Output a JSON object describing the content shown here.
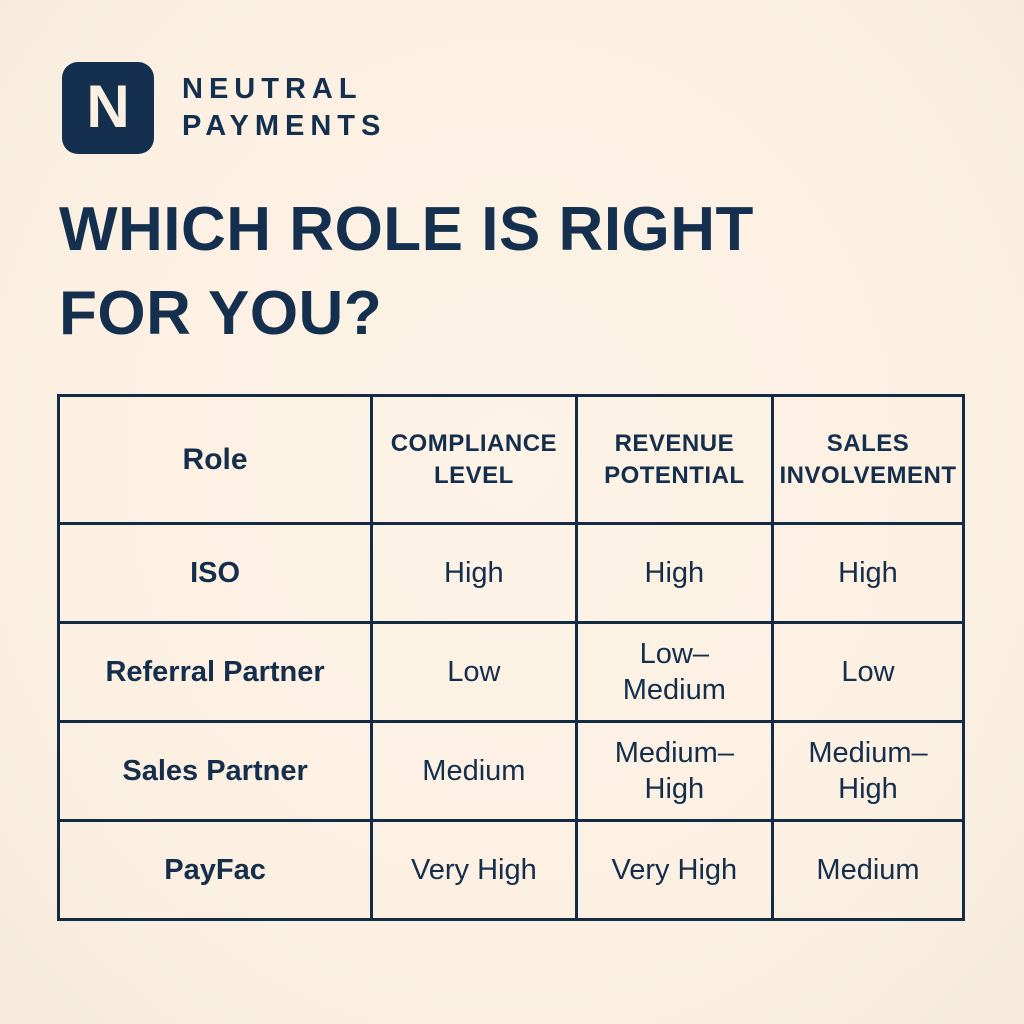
{
  "brand": {
    "logo_letter": "N",
    "name_line1": "NEUTRAL",
    "name_line2": "PAYMENTS"
  },
  "heading": "WHICH ROLE IS RIGHT\nFOR YOU?",
  "table": {
    "columns": {
      "role": "Role",
      "compliance": "COMPLIANCE\nLEVEL",
      "revenue": "REVENUE\nPOTENTIAL",
      "sales": "SALES\nINVOLVEMENT"
    },
    "rows": [
      {
        "role": "ISO",
        "compliance": "High",
        "revenue": "High",
        "sales": "High"
      },
      {
        "role": "Referral Partner",
        "compliance": "Low",
        "revenue": "Low–\nMedium",
        "sales": "Low"
      },
      {
        "role": "Sales Partner",
        "compliance": "Medium",
        "revenue": "Medium–\nHigh",
        "sales": "Medium–\nHigh"
      },
      {
        "role": "PayFac",
        "compliance": "Very High",
        "revenue": "Very High",
        "sales": "Medium"
      }
    ]
  },
  "chart_data": {
    "type": "table",
    "title": "WHICH ROLE IS RIGHT FOR YOU?",
    "columns": [
      "Role",
      "COMPLIANCE LEVEL",
      "REVENUE POTENTIAL",
      "SALES INVOLVEMENT"
    ],
    "rows": [
      [
        "ISO",
        "High",
        "High",
        "High"
      ],
      [
        "Referral Partner",
        "Low",
        "Low–Medium",
        "Low"
      ],
      [
        "Sales Partner",
        "Medium",
        "Medium–High",
        "Medium–High"
      ],
      [
        "PayFac",
        "Very High",
        "Very High",
        "Medium"
      ]
    ]
  },
  "colors": {
    "background": "#fbf0e2",
    "navy": "#14304e",
    "border": "#132b45"
  }
}
